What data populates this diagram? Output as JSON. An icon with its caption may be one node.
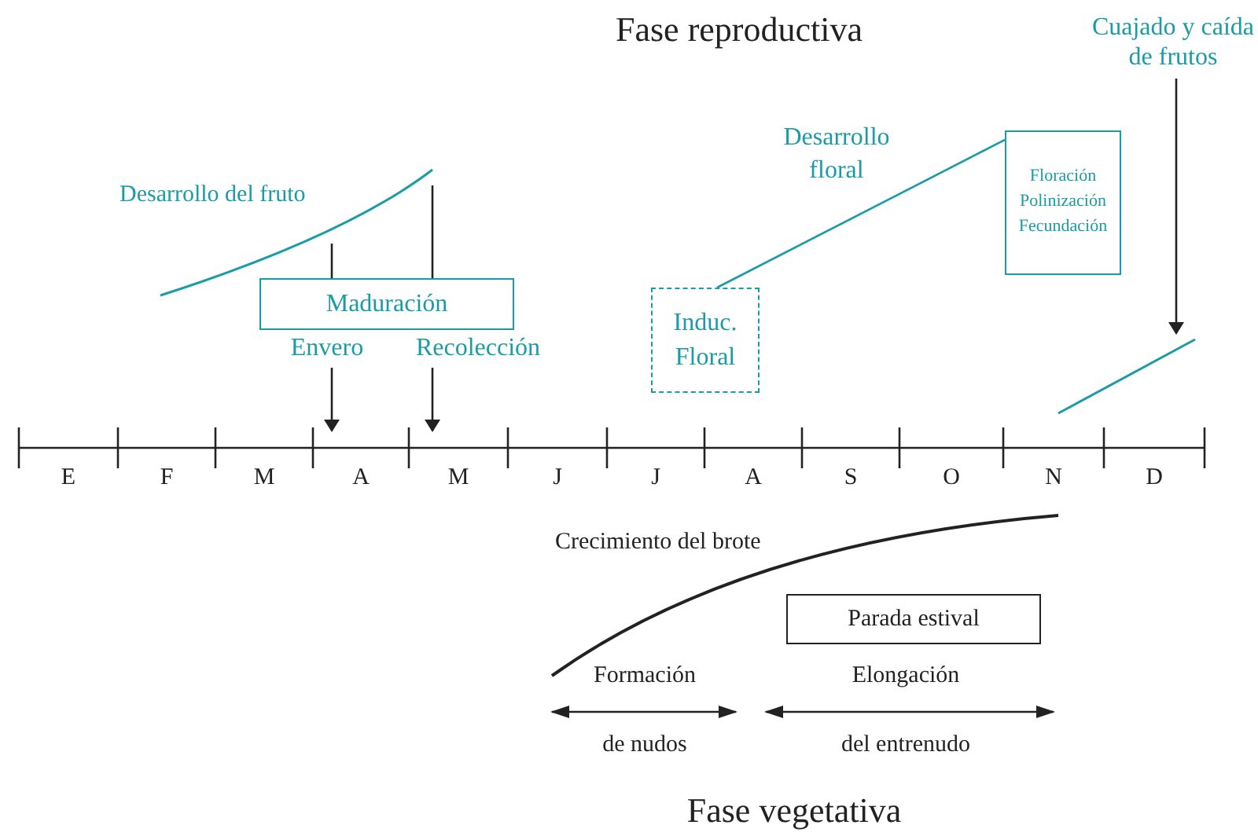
{
  "diagram": {
    "title": "Fase reproductiva",
    "caption": "Fase vegetativa",
    "nodes": [
      {
        "text": [
          "Maduración"
        ]
      },
      {
        "text": [
          "Envero"
        ]
      },
      {
        "text": [
          "Recolección"
        ]
      },
      {
        "text": [
          "Induc. Floral"
        ]
      },
      {
        "text": [
          "Floración",
          "Polinización",
          "Fecundación"
        ]
      },
      {
        "text": [
          "Cuajado y caída de frutos"
        ]
      },
      {
        "text": [
          "Parada estival"
        ]
      }
    ],
    "edges": [
      {
        "from": 0,
        "to": null,
        "arrow": "none"
      },
      {
        "from": 0,
        "to": null,
        "arrow": "none"
      },
      {
        "from": 1,
        "to": null,
        "arrow": "to"
      },
      {
        "from": 2,
        "to": null,
        "arrow": "to"
      },
      {
        "from": 3,
        "to": 4,
        "arrow": "none",
        "label": "Desarrollo floral",
        "color": "#1a9ba5"
      },
      {
        "from": 5,
        "to": null,
        "arrow": "to"
      }
    ],
    "labels": [
      "Desarrollo del fruto",
      "E",
      "F",
      "M",
      "A",
      "M",
      "J",
      "J",
      "A",
      "S",
      "O",
      "N",
      "D",
      "Crecimiento del brote",
      "Formación",
      "Elongación",
      "de nudos",
      "del entrenudo"
    ]
  }
}
